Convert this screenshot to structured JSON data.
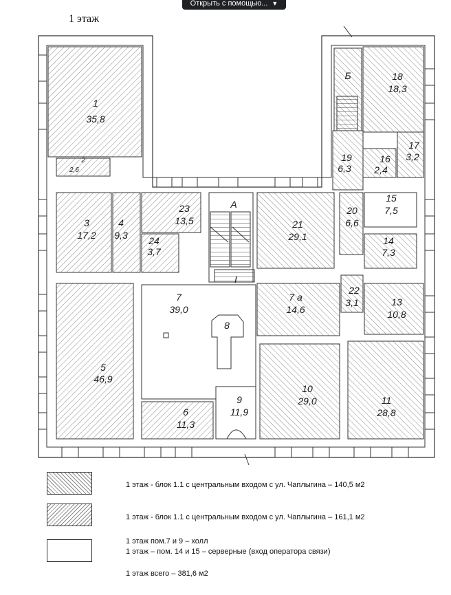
{
  "open_with_button": {
    "label": "Открыть с помощью...",
    "icon": "chevron-down-icon"
  },
  "floor_title": "1 этаж",
  "rooms": [
    {
      "num": "1",
      "area": "35,8",
      "block": "1.1a"
    },
    {
      "num": "2",
      "area": "2,6",
      "block": "1.1a"
    },
    {
      "num": "3",
      "area": "17,2",
      "block": "1.1a"
    },
    {
      "num": "4",
      "area": "9,3",
      "block": "1.1a"
    },
    {
      "num": "5",
      "area": "46,9",
      "block": "1.1a"
    },
    {
      "num": "6",
      "area": "11,3",
      "block": "1.1a"
    },
    {
      "num": "7",
      "area": "39,0",
      "block": "hall"
    },
    {
      "num": "7 а",
      "area": "14,6",
      "block": "1.1b"
    },
    {
      "num": "8",
      "area": "",
      "block": "hall"
    },
    {
      "num": "9",
      "area": "11,9",
      "block": "hall"
    },
    {
      "num": "10",
      "area": "29,0",
      "block": "1.1b"
    },
    {
      "num": "11",
      "area": "28,8",
      "block": "1.1b"
    },
    {
      "num": "13",
      "area": "10,8",
      "block": "1.1b"
    },
    {
      "num": "14",
      "area": "7,3",
      "block": "1.1b"
    },
    {
      "num": "15",
      "area": "7,5",
      "block": "server"
    },
    {
      "num": "16",
      "area": "2,4",
      "block": "1.1b"
    },
    {
      "num": "17",
      "area": "3,2",
      "block": "1.1b"
    },
    {
      "num": "18",
      "area": "18,3",
      "block": "1.1b"
    },
    {
      "num": "19",
      "area": "6,3",
      "block": "1.1b"
    },
    {
      "num": "20",
      "area": "6,6",
      "block": "1.1b"
    },
    {
      "num": "21",
      "area": "29,1",
      "block": "1.1b"
    },
    {
      "num": "22",
      "area": "3,1",
      "block": "1.1b"
    },
    {
      "num": "23",
      "area": "13,5",
      "block": "1.1a"
    },
    {
      "num": "24",
      "area": "3,7",
      "block": "1.1a"
    }
  ],
  "stair_labels": [
    "А",
    "Б",
    "I"
  ],
  "legend": {
    "item1": "1 этаж - блок 1.1 с центральным входом с ул. Чаплыгина – 140,5 м2",
    "item2": "1 этаж - блок 1.1 с центральным входом с ул. Чаплыгина – 161,1  м2",
    "item3_line1": "1 этаж пом.7 и 9 – холл",
    "item3_line2": "1 этаж – пом. 14 и 15 – серверные (вход оператора связи)",
    "total": "1 этаж всего – 381,6 м2"
  },
  "colors": {
    "wall": "#333333",
    "hatch": "#8a8a8a",
    "button_bg": "#202124"
  }
}
